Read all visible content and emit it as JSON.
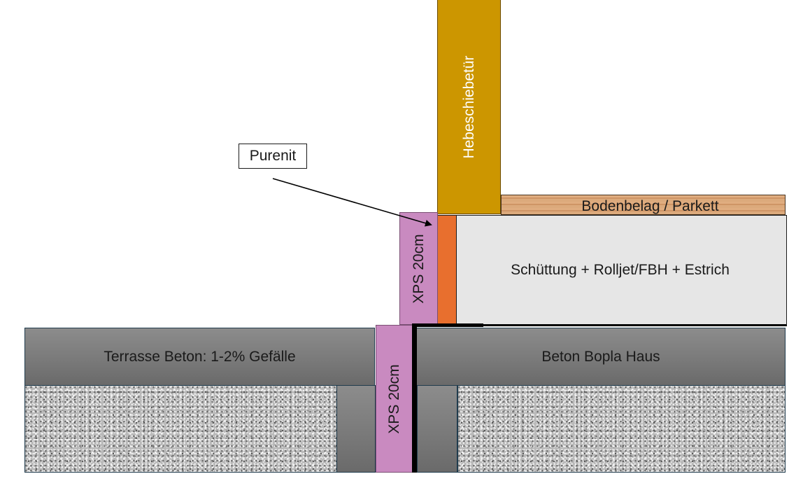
{
  "labels": {
    "purenit": "Purenit",
    "door": "Hebeschiebetür",
    "floor_covering": "Bodenbelag / Parkett",
    "screed_layers": "Schüttung + Rolljet/FBH + Estrich",
    "xps_upper": "XPS 20cm",
    "xps_lower": "XPS 20cm",
    "terrace": "Terrasse Beton: 1-2% Gefälle",
    "house_slab": "Beton Bopla Haus"
  },
  "colors": {
    "door": "#cc9600",
    "parquet": "#d9a273",
    "purenit": "#e86f2e",
    "xps": "#c98ac0",
    "screed": "#e6e6e6",
    "concrete": "#7a7a7a",
    "gravel": "#b9b9b9"
  }
}
